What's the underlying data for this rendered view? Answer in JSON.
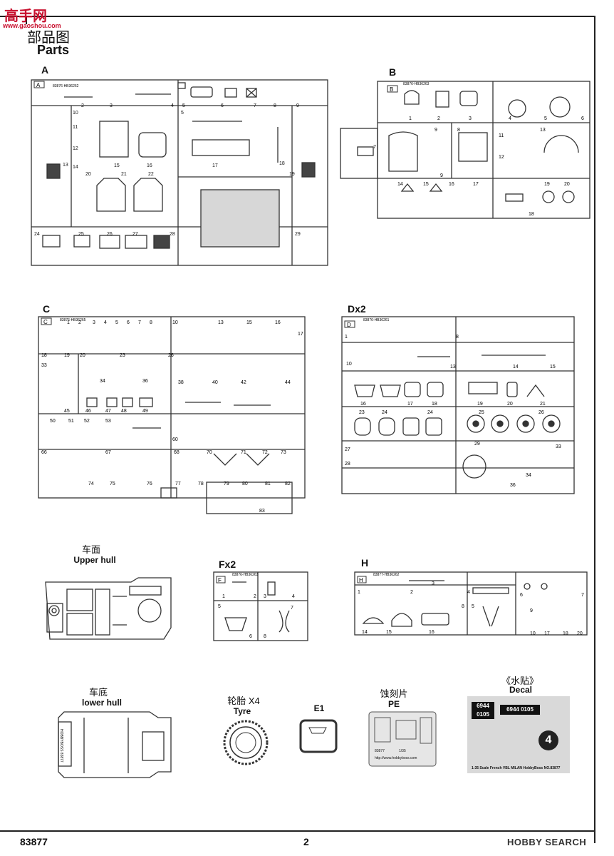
{
  "header": {
    "logo_text": "高手网",
    "logo_url": "www.gaoshou.com",
    "title_cn": "部品图",
    "title_en": "Parts"
  },
  "sprues": {
    "A": {
      "label": "A",
      "tag": "A",
      "code": "83876-HB36262"
    },
    "B": {
      "label": "B",
      "tag": "B",
      "code": "83876-HB36263"
    },
    "C": {
      "label": "C",
      "tag": "C",
      "code": "83876-HB36265"
    },
    "D": {
      "label": "Dx2",
      "tag": "D",
      "code": "83876-HB36261"
    },
    "F": {
      "label": "Fx2",
      "tag": "F",
      "code": "83876-HB36263"
    },
    "H": {
      "label": "H",
      "tag": "H",
      "code": "83877-HB36262"
    }
  },
  "parts": {
    "upper_hull": {
      "cn": "车面",
      "en": "Upper hull"
    },
    "lower_hull": {
      "cn": "车底",
      "en": "lower hull"
    },
    "tyre": {
      "cn": "轮胎 X4",
      "en": "Tyre"
    },
    "e1": {
      "en": "E1"
    },
    "pe": {
      "cn": "蚀刻片",
      "en": "PE"
    },
    "decal": {
      "cn": "《水贴》",
      "en": "Decal"
    }
  },
  "decal_sheet": {
    "plate_top": "6944",
    "plate_bottom": "0105",
    "plate_long": "6944 0105",
    "big_number": "4",
    "caption": "1:35 Scale French VBL MILAN HobbyBoss NO.83877"
  },
  "pe_sheet": {
    "code": "83877",
    "scale": "1/35",
    "url": "http://www.hobbyboss.com"
  },
  "footer": {
    "kit_number": "83877",
    "page_number": "2",
    "watermark": "HOBBY SEARCH"
  }
}
